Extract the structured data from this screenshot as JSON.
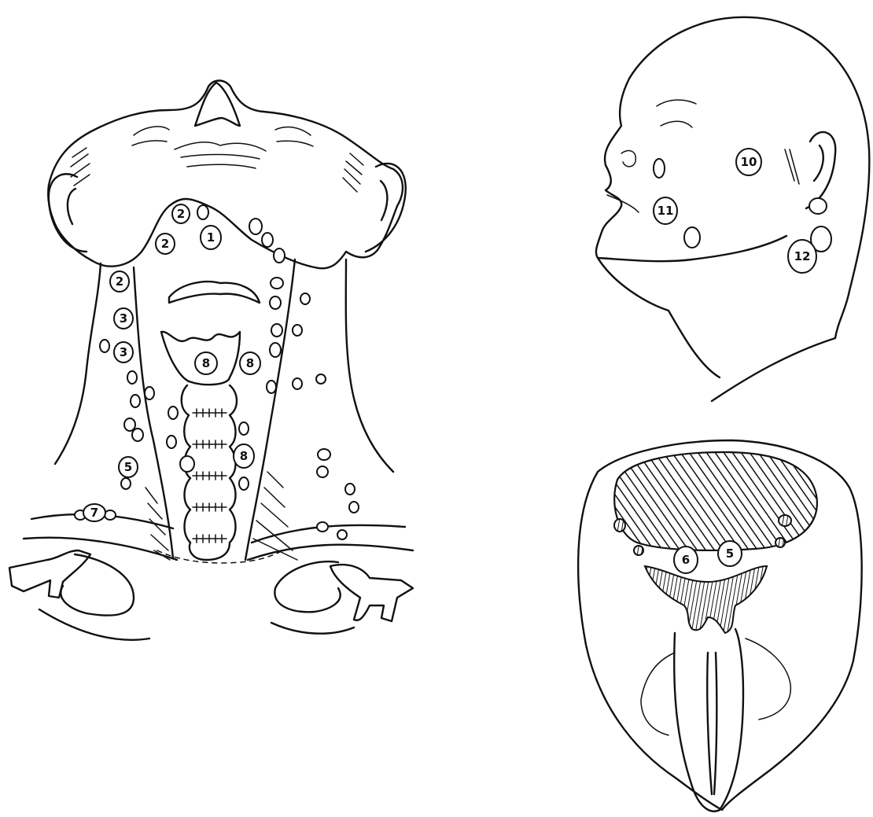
{
  "colors": {
    "ink": "#111111",
    "paper": "#ffffff"
  },
  "panels": {
    "front_neck": {
      "labels": [
        "1",
        "2",
        "2",
        "2",
        "3",
        "3",
        "5",
        "7",
        "8",
        "8",
        "8"
      ]
    },
    "side_head": {
      "labels": [
        "10",
        "11",
        "12"
      ]
    },
    "cross_section": {
      "labels": [
        "6",
        "5"
      ]
    }
  }
}
